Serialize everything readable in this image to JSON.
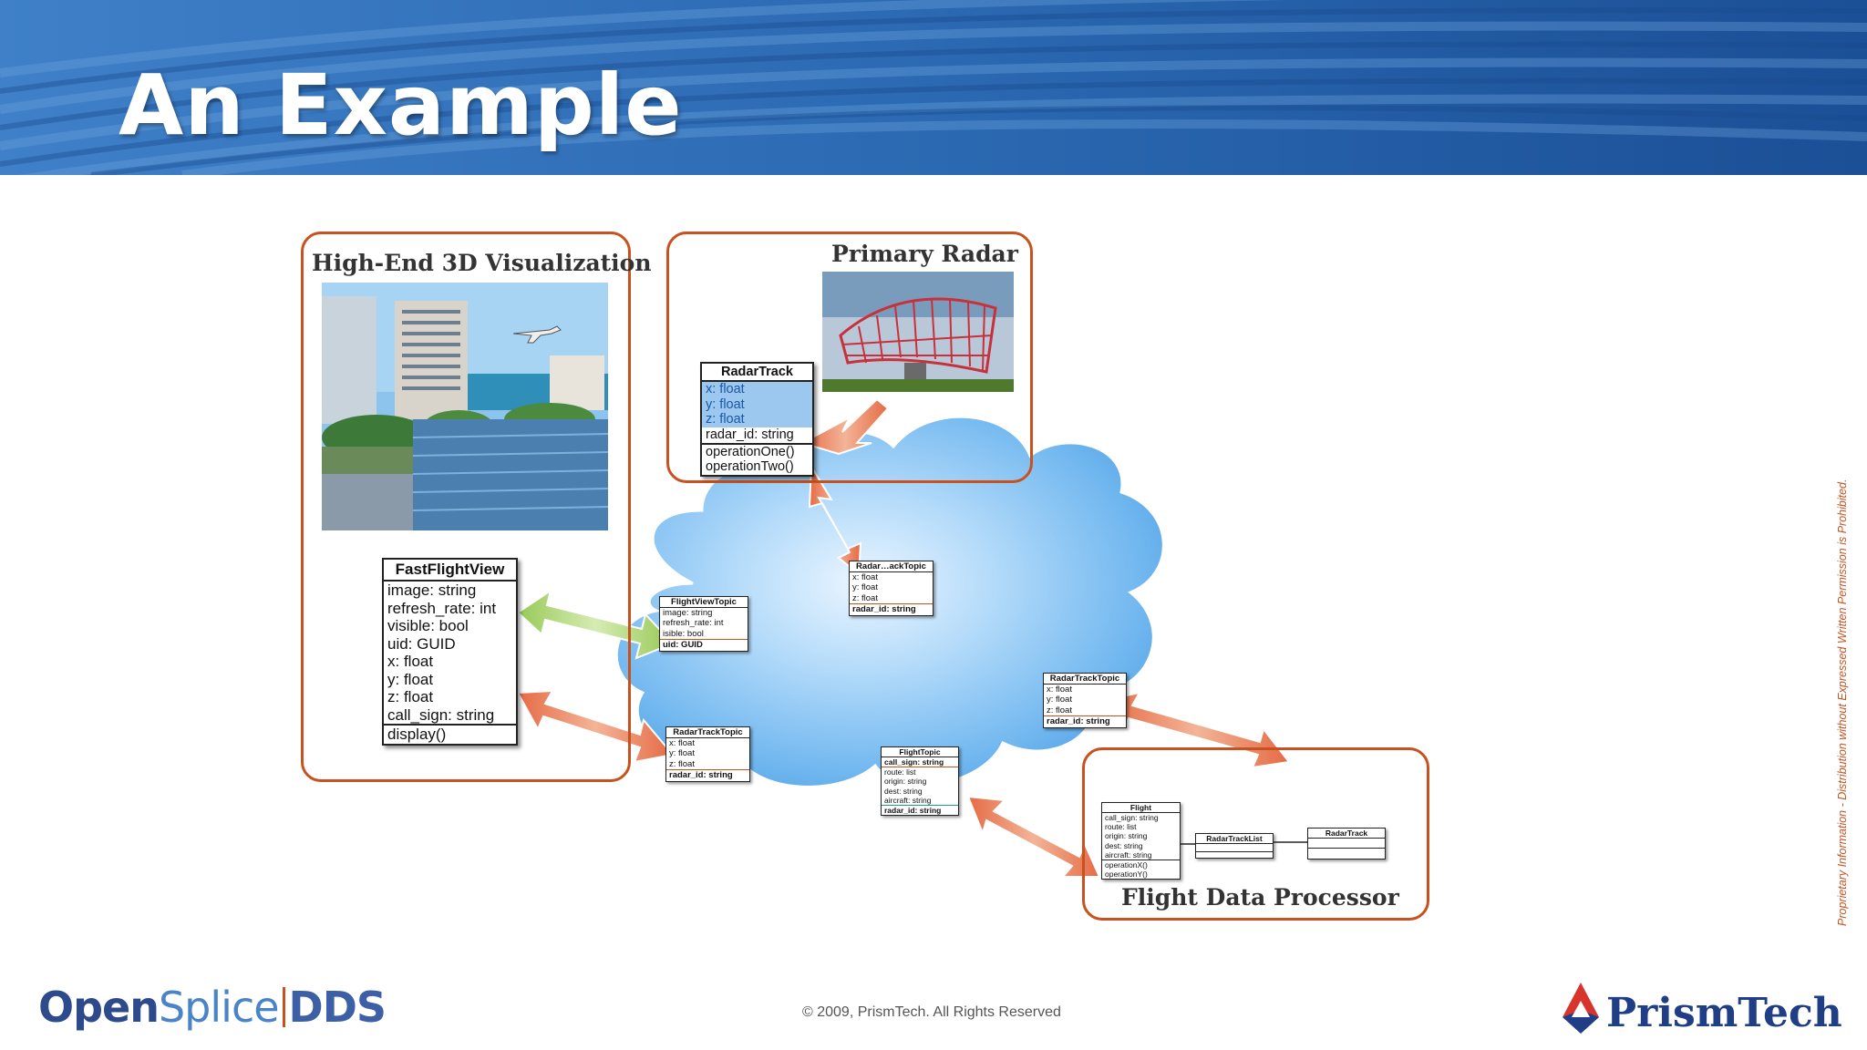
{
  "title": "An Example",
  "regions": {
    "visualization": {
      "title": "High-End 3D Visualization"
    },
    "radar": {
      "title": "Primary Radar"
    },
    "processor": {
      "title": "Flight Data Processor"
    }
  },
  "classes": {
    "fast_flight_view": {
      "name": "FastFlightView",
      "attributes": [
        "image: string",
        "refresh_rate: int",
        "visible: bool",
        "uid: GUID",
        "x: float",
        "y: float",
        "z: float",
        "call_sign: string"
      ],
      "operations": [
        "display()"
      ]
    },
    "radar_track": {
      "name": "RadarTrack",
      "highlighted_attributes": [
        "x: float",
        "y: float",
        "z: float"
      ],
      "attributes": [
        "radar_id: string"
      ],
      "operations": [
        "operationOne()",
        "operationTwo()"
      ]
    },
    "flight_view_topic": {
      "name": "FlightViewTopic",
      "attributes": [
        "image: string",
        "refresh_rate: int",
        "isible: bool"
      ],
      "key": "uid: GUID"
    },
    "radar_track_topic_top": {
      "name": "Radar…ackTopic",
      "attributes": [
        "x: float",
        "y: float",
        "z: float"
      ],
      "key": "radar_id: string"
    },
    "radar_track_topic_left": {
      "name": "RadarTrackTopic",
      "attributes": [
        "x: float",
        "y: float",
        "z: float"
      ],
      "key": "radar_id: string"
    },
    "radar_track_topic_right": {
      "name": "RadarTrackTopic",
      "attributes": [
        "x: float",
        "y: float",
        "z: float"
      ],
      "key": "radar_id: string"
    },
    "flight_topic": {
      "name": "FlightTopic",
      "first_key": "call_sign: string",
      "attributes": [
        "route: list",
        "origin: string",
        "dest: string",
        "aircraft: string"
      ],
      "key": "radar_id: string"
    },
    "flight": {
      "name": "Flight",
      "attributes": [
        "call_sign: string",
        "route: list",
        "origin: string",
        "dest: string",
        "aircraft: string"
      ],
      "operations": [
        "operationX()",
        "operationY()"
      ]
    },
    "radar_track_list": {
      "name": "RadarTrackList"
    },
    "radar_track_small": {
      "name": "RadarTrack"
    }
  },
  "footer": {
    "logo_left": {
      "part1": "Open",
      "part2": "Splice",
      "part3": "DDS"
    },
    "copyright": "© 2009, PrismTech. All Rights Reserved",
    "logo_right": "PrismTech",
    "side_note": "Proprietary Information  -  Distribution without Expressed Written Permission is Prohibited."
  },
  "colors": {
    "region_border": "#c8521f",
    "arrow_orange": "#e8795a",
    "arrow_green": "#a9d36a",
    "cloud_blue": "#6fb6ef",
    "banner_blue": "#2a68b0"
  },
  "icons": [
    "cloud-shape",
    "airplane-icon",
    "radar-antenna",
    "prismtech-prism-icon"
  ]
}
